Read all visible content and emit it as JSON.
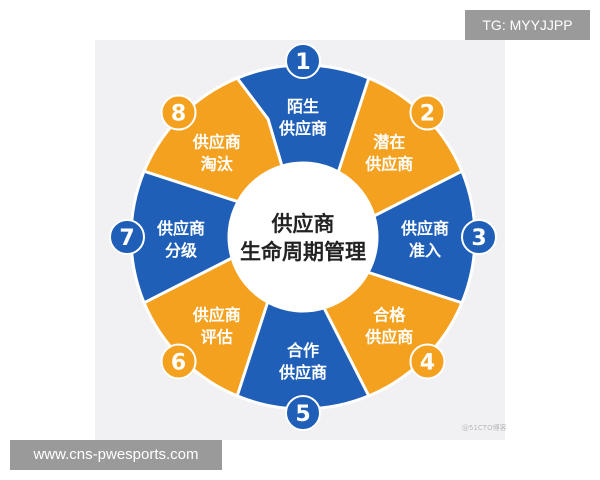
{
  "colors": {
    "blue": "#1f5fb8",
    "orange": "#f3a11f",
    "center": "#ffffff",
    "background": "#f1f0f3"
  },
  "center": {
    "line1": "供应商",
    "line2": "生命周期管理"
  },
  "stages": [
    {
      "num": "1",
      "line1": "陌生",
      "line2": "供应商",
      "color": "blue"
    },
    {
      "num": "2",
      "line1": "潜在",
      "line2": "供应商",
      "color": "orange"
    },
    {
      "num": "3",
      "line1": "供应商",
      "line2": "准入",
      "color": "blue"
    },
    {
      "num": "4",
      "line1": "合格",
      "line2": "供应商",
      "color": "orange"
    },
    {
      "num": "5",
      "line1": "合作",
      "line2": "供应商",
      "color": "blue"
    },
    {
      "num": "6",
      "line1": "供应商",
      "line2": "评估",
      "color": "orange"
    },
    {
      "num": "7",
      "line1": "供应商",
      "line2": "分级",
      "color": "blue"
    },
    {
      "num": "8",
      "line1": "供应商",
      "line2": "淘汰",
      "color": "orange"
    }
  ],
  "watermark": "@51CTO博客",
  "tag": "TG: MYYJJPP",
  "url": "www.cns-pwesports.com"
}
